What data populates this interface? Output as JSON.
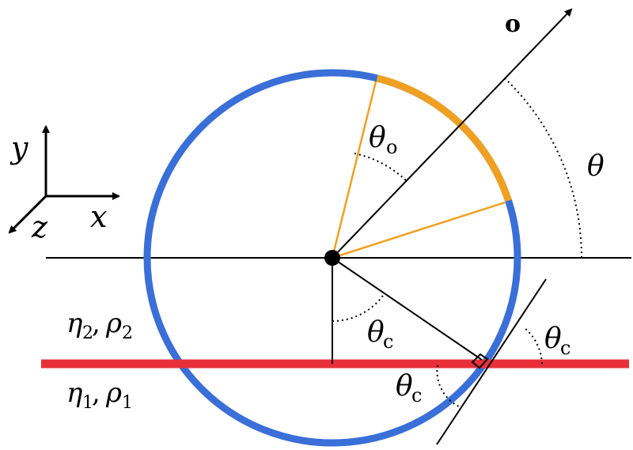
{
  "colors": {
    "circle": "#3a6fd8",
    "arc": "#f0a020",
    "arc_lines": "#f0a020",
    "interface": "#e8303a",
    "ink": "#000000"
  },
  "axes_triad": {
    "y": "y",
    "x": "x",
    "z": "z"
  },
  "vector": {
    "label": "o"
  },
  "angles": {
    "theta_o": {
      "sym": "θ",
      "sub": "o"
    },
    "theta": {
      "sym": "θ"
    },
    "theta_c_center": {
      "sym": "θ",
      "sub": "c"
    },
    "theta_c_right": {
      "sym": "θ",
      "sub": "c"
    },
    "theta_c_lower": {
      "sym": "θ",
      "sub": "c"
    }
  },
  "media": {
    "upper": {
      "eta": "η",
      "eta_sub": "2",
      "rho": "ρ",
      "rho_sub": "2"
    },
    "lower": {
      "eta": "η",
      "eta_sub": "1",
      "rho": "ρ",
      "rho_sub": "1"
    }
  }
}
